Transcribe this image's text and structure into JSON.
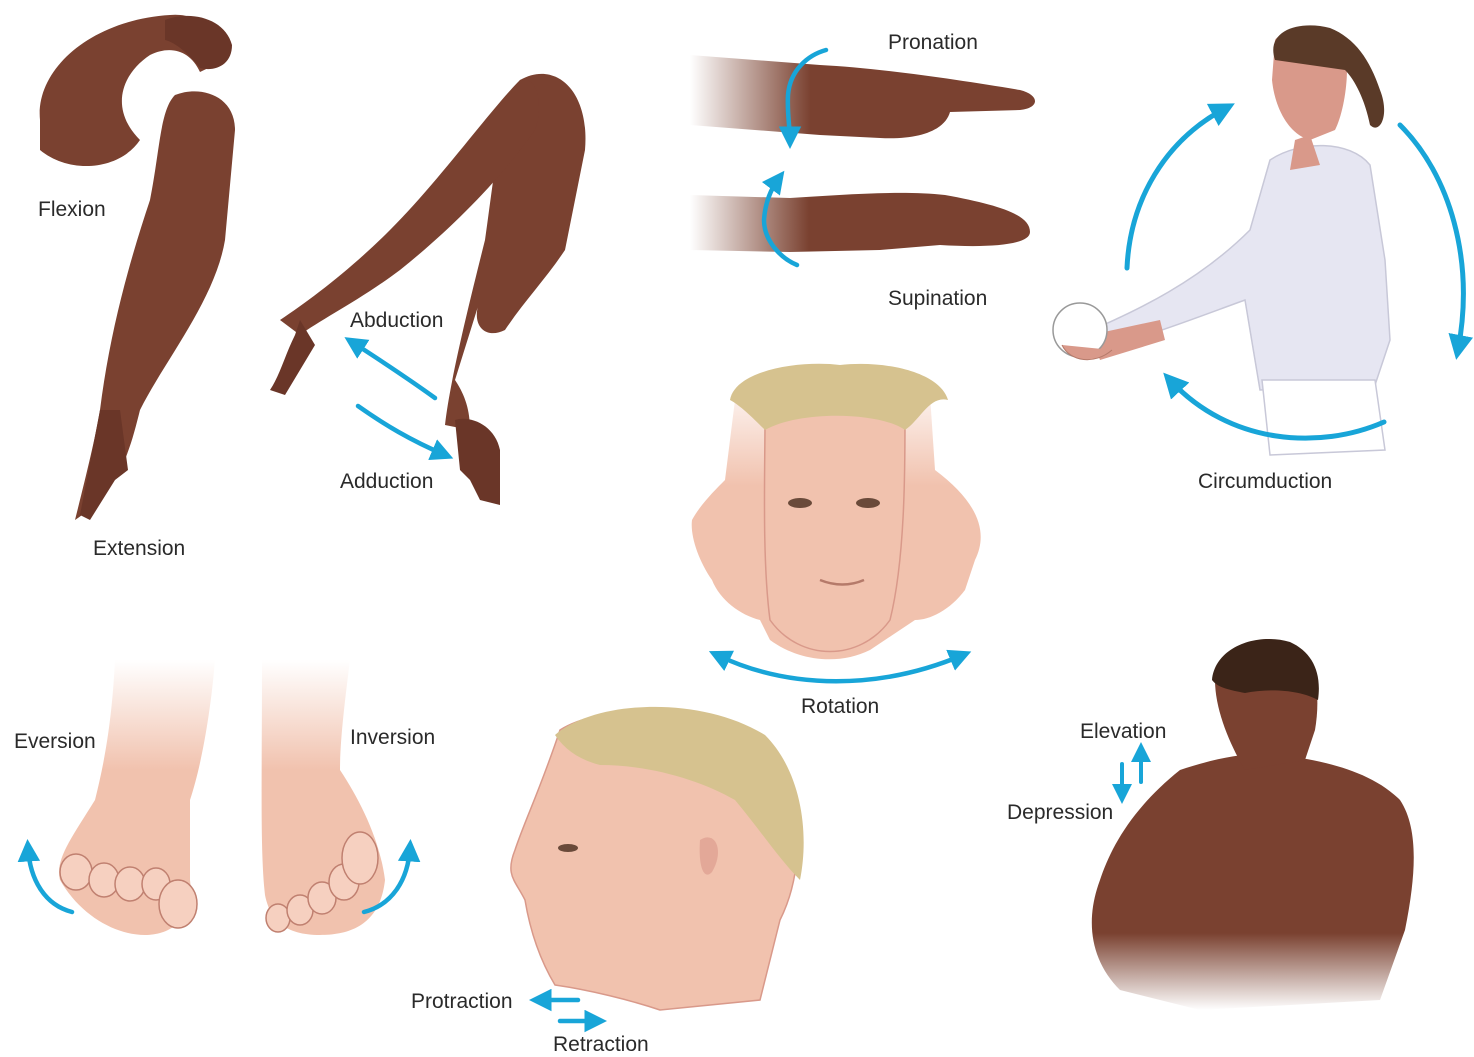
{
  "labels": {
    "flexion": "Flexion",
    "extension": "Extension",
    "abduction": "Abduction",
    "adduction": "Adduction",
    "pronation": "Pronation",
    "supination": "Supination",
    "circumduction": "Circumduction",
    "rotation": "Rotation",
    "eversion": "Eversion",
    "inversion": "Inversion",
    "elevation": "Elevation",
    "depression": "Depression",
    "protraction": "Protraction",
    "retraction": "Retraction"
  },
  "colors": {
    "arrow": "#18a5d8",
    "dark_skin": "#7a4130",
    "dark_skin_shade": "#5a2e22",
    "light_skin": "#f1c2ae",
    "light_skin_shade": "#d9998a",
    "hair_blonde": "#d6c28f",
    "hair_dark": "#3b2418",
    "shirt": "#e6e6f2"
  }
}
